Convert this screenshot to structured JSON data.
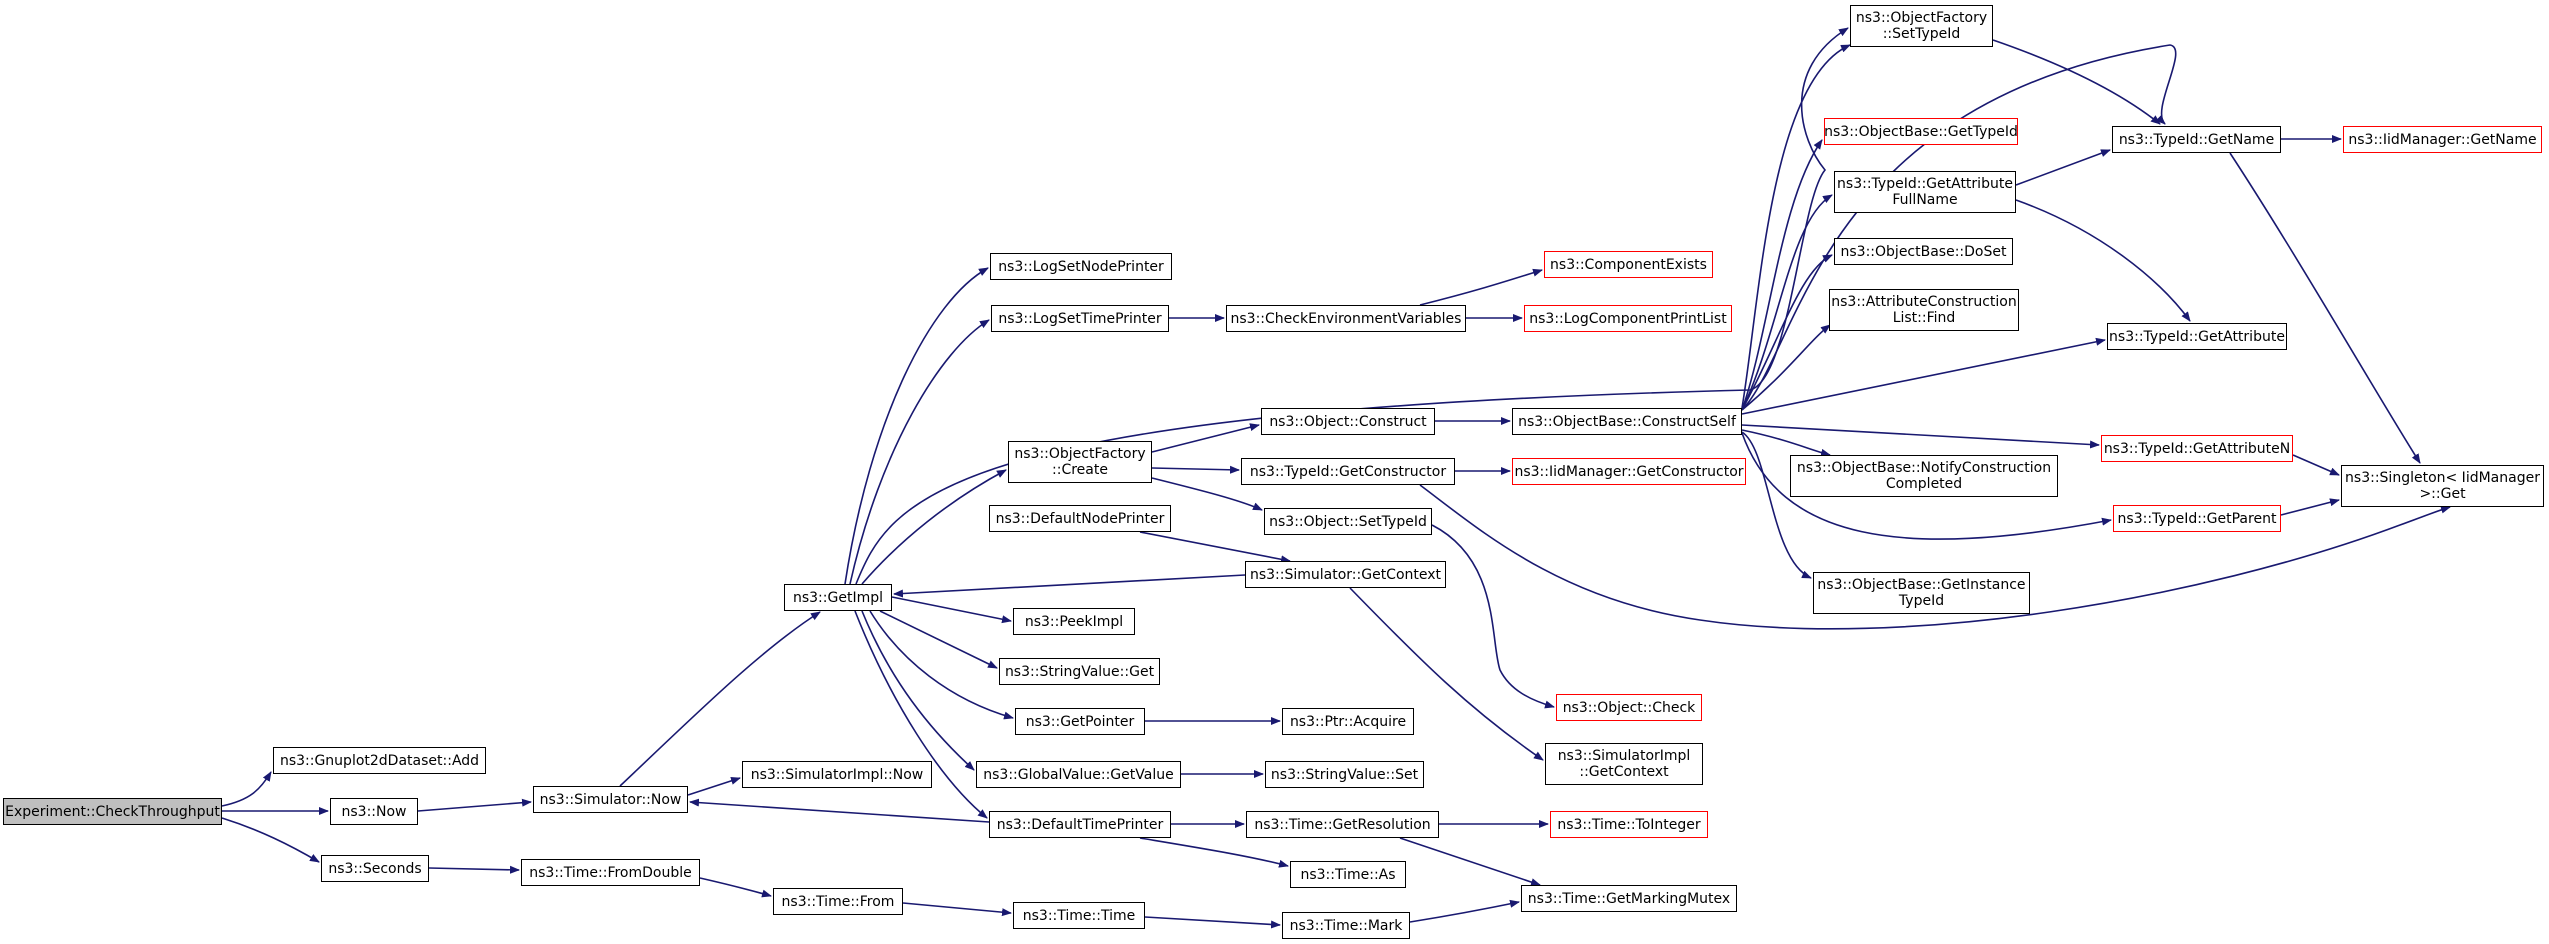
{
  "colors": {
    "edge": "#191970",
    "border": "#000000",
    "external_border": "#ff0000",
    "root_fill": "#bfbfbf"
  },
  "nodes": {
    "root": "Experiment::CheckThroughput",
    "gnuplot_add": "ns3::Gnuplot2dDataset::Add",
    "now": "ns3::Now",
    "seconds": "ns3::Seconds",
    "sim_now": "ns3::Simulator::Now",
    "simimpl_now": "ns3::SimulatorImpl::Now",
    "from_double": "ns3::Time::FromDouble",
    "time_from": "ns3::Time::From",
    "getimpl": "ns3::GetImpl",
    "time_time": "ns3::Time::Time",
    "time_mark": "ns3::Time::Mark",
    "get_marking_mutex": "ns3::Time::GetMarkingMutex",
    "log_set_node_printer": "ns3::LogSetNodePrinter",
    "log_set_time_printer": "ns3::LogSetTimePrinter",
    "check_env": "ns3::CheckEnvironmentVariables",
    "component_exists": "ns3::ComponentExists",
    "log_component_print_list": "ns3::LogComponentPrintList",
    "object_factory_create": [
      "ns3::ObjectFactory",
      "::Create"
    ],
    "object_construct": "ns3::Object::Construct",
    "typeid_get_constructor": "ns3::TypeId::GetConstructor",
    "object_set_typeid": "ns3::Object::SetTypeId",
    "default_node_printer": "ns3::DefaultNodePrinter",
    "sim_get_context": "ns3::Simulator::GetContext",
    "peek_impl": "ns3::PeekImpl",
    "stringvalue_get": "ns3::StringValue::Get",
    "get_pointer": "ns3::GetPointer",
    "ptr_acquire": "ns3::Ptr::Acquire",
    "globalvalue_get_value": "ns3::GlobalValue::GetValue",
    "stringvalue_set": "ns3::StringValue::Set",
    "default_time_printer": "ns3::DefaultTimePrinter",
    "time_get_resolution": "ns3::Time::GetResolution",
    "time_to_integer": "ns3::Time::ToInteger",
    "time_as": "ns3::Time::As",
    "object_check": "ns3::Object::Check",
    "simimpl_get_context": [
      "ns3::SimulatorImpl",
      "::GetContext"
    ],
    "iidmanager_get_constructor": "ns3::IidManager::GetConstructor",
    "objectbase_construct_self": "ns3::ObjectBase::ConstructSelf",
    "objectfactory_set_typeid": [
      "ns3::ObjectFactory",
      "::SetTypeId"
    ],
    "objectbase_get_typeid": "ns3::ObjectBase::GetTypeId",
    "typeid_get_attribute_fullname": [
      "ns3::TypeId::GetAttribute",
      "FullName"
    ],
    "objectbase_doset": "ns3::ObjectBase::DoSet",
    "attribute_construction_list_find": [
      "ns3::AttributeConstruction",
      "List::Find"
    ],
    "objectbase_notify_construction_completed": [
      "ns3::ObjectBase::NotifyConstruction",
      "Completed"
    ],
    "objectbase_get_instance_typeid": [
      "ns3::ObjectBase::GetInstance",
      "TypeId"
    ],
    "typeid_get_name": "ns3::TypeId::GetName",
    "iidmanager_get_name": "ns3::IidManager::GetName",
    "typeid_get_attribute": "ns3::TypeId::GetAttribute",
    "typeid_get_attribute_n": "ns3::TypeId::GetAttributeN",
    "typeid_get_parent": "ns3::TypeId::GetParent",
    "singleton_get": [
      "ns3::Singleton< IidManager",
      ">::Get"
    ]
  }
}
